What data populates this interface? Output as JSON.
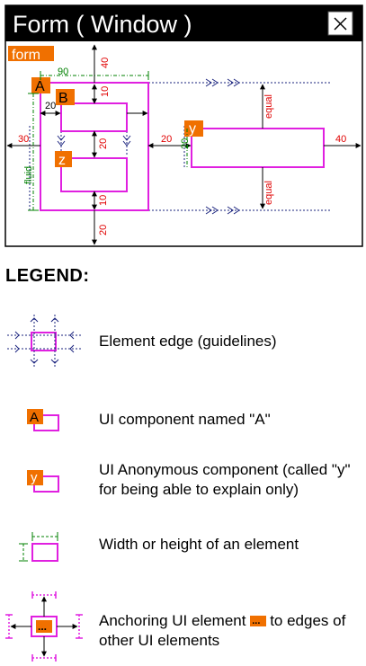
{
  "window": {
    "title": "Form ( Window )",
    "close_glyph": "✕",
    "form_label": "form"
  },
  "components": {
    "a_label": "A",
    "b_label": "B",
    "z_label": "z",
    "y_label": "y"
  },
  "dimensions": {
    "width_90": "90",
    "top_40": "40",
    "gap_10_top": "10",
    "left_20_b": "20",
    "gap_20_bz": "20",
    "left_30": "30",
    "gap_20_ay": "20",
    "right_40": "40",
    "y_left_20": "20",
    "gap_10_bottom": "10",
    "bottom_20": "20",
    "fluid": "fluid",
    "equal_top": "equal",
    "equal_bottom": "equal"
  },
  "legend": {
    "title": "LEGEND:",
    "items": [
      {
        "text": "Element edge (guidelines)"
      },
      {
        "text": "UI component named \"A\""
      },
      {
        "text": "UI Anonymous component (called \"y\" for being able to explain only)"
      },
      {
        "text": "Width or height of an element"
      },
      {
        "text": "Anchoring UI element ",
        "text_after": "to edges of other UI elements"
      }
    ],
    "icon_a_label": "A",
    "icon_y_label": "y",
    "icon_dots": "..."
  },
  "colors": {
    "title_bar": "#000000",
    "orange": "#f07000",
    "magenta": "#e020e0",
    "red": "#e00000",
    "green": "#008000",
    "navy": "#1a237e"
  }
}
